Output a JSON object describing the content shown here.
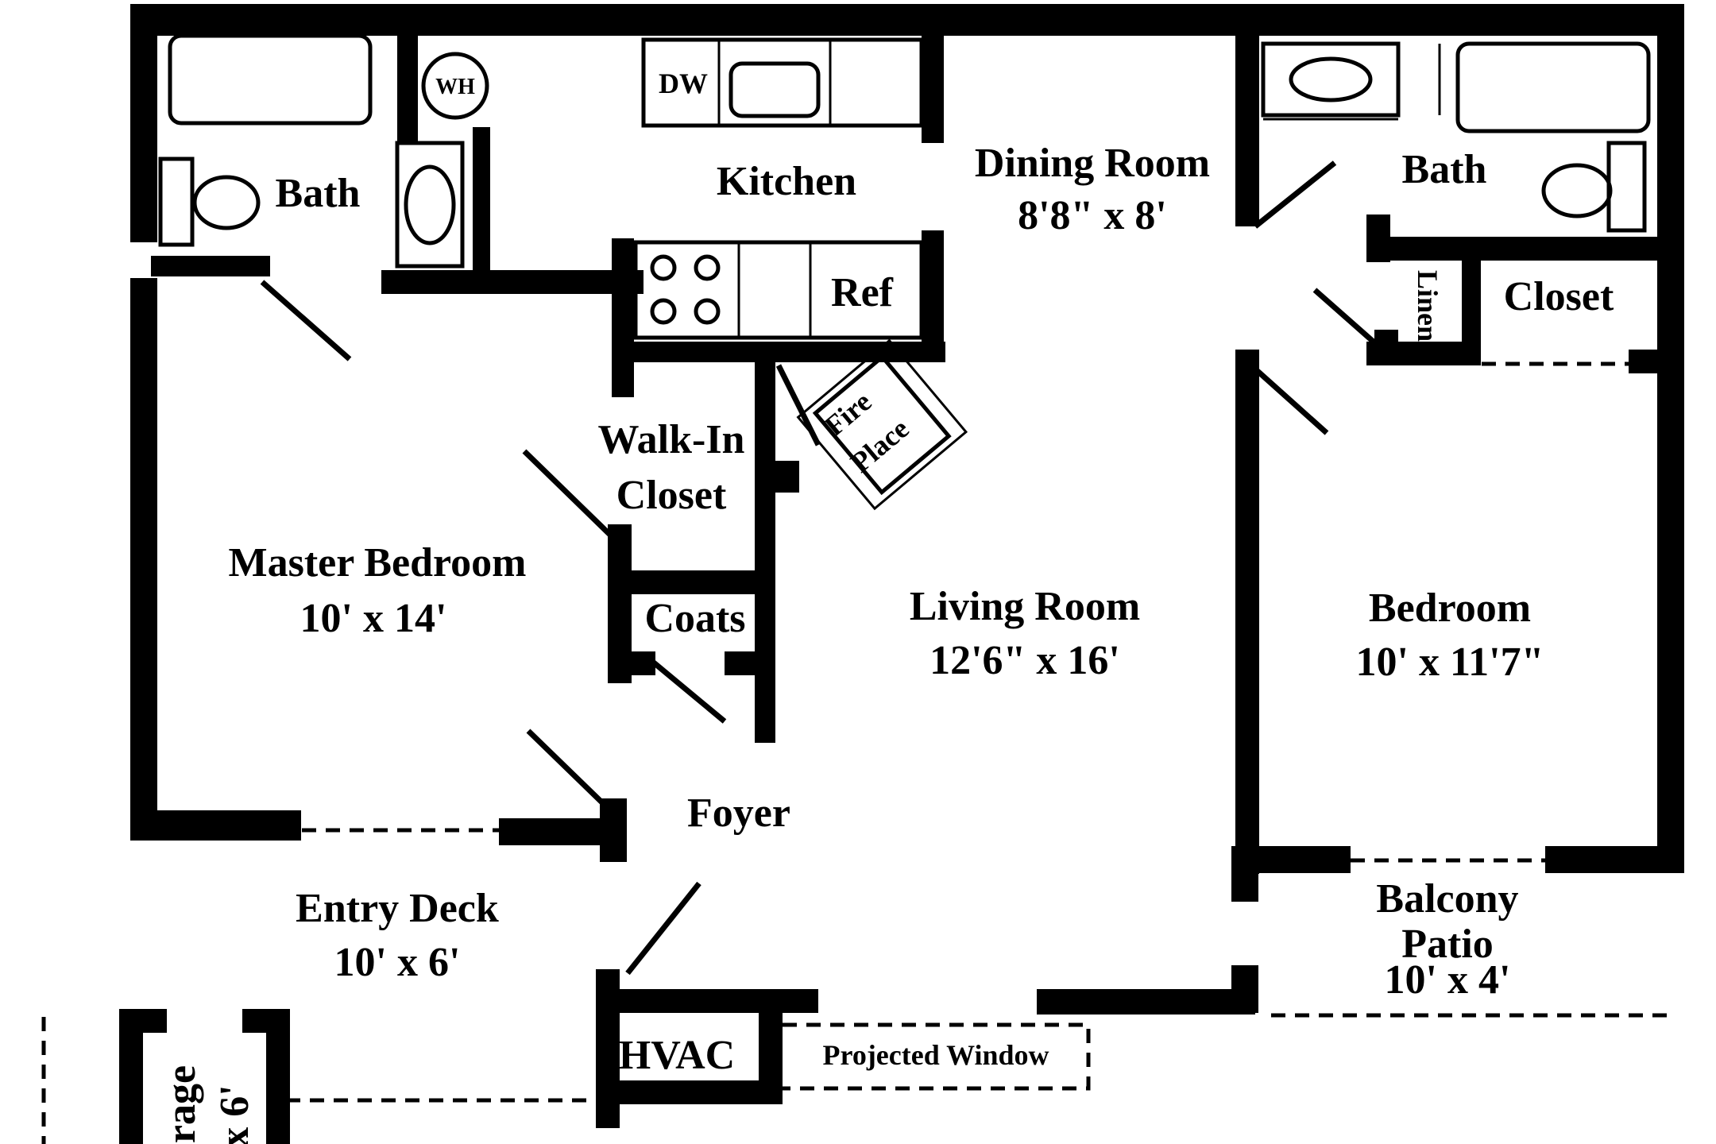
{
  "rooms": {
    "bath_left": {
      "name": "Bath"
    },
    "kitchen": {
      "name": "Kitchen"
    },
    "dining": {
      "name": "Dining Room",
      "size": "8'8\" x 8'"
    },
    "bath_right": {
      "name": "Bath"
    },
    "linen": {
      "name": "Linen"
    },
    "closet": {
      "name": "Closet"
    },
    "walkin": {
      "name_1": "Walk-In",
      "name_2": "Closet"
    },
    "fireplace": {
      "name_1": "Fire",
      "name_2": "Place"
    },
    "master": {
      "name": "Master Bedroom",
      "size": "10' x 14'"
    },
    "coats": {
      "name": "Coats"
    },
    "living": {
      "name": "Living Room",
      "size": "12'6\" x 16'"
    },
    "bedroom": {
      "name": "Bedroom",
      "size": "10' x 11'7\""
    },
    "foyer": {
      "name": "Foyer"
    },
    "entry_deck": {
      "name": "Entry Deck",
      "size": "10' x 6'"
    },
    "balcony": {
      "name_1": "Balcony",
      "name_2": "Patio",
      "size": "10' x 4'"
    },
    "hvac": {
      "name": "HVAC"
    },
    "projected_window": {
      "name": "Projected Window"
    },
    "storage": {
      "name_1": "rage",
      "name_2": "x 6'"
    }
  },
  "fixtures": {
    "water_heater": "WH",
    "dishwasher": "DW",
    "refrigerator": "Ref"
  }
}
